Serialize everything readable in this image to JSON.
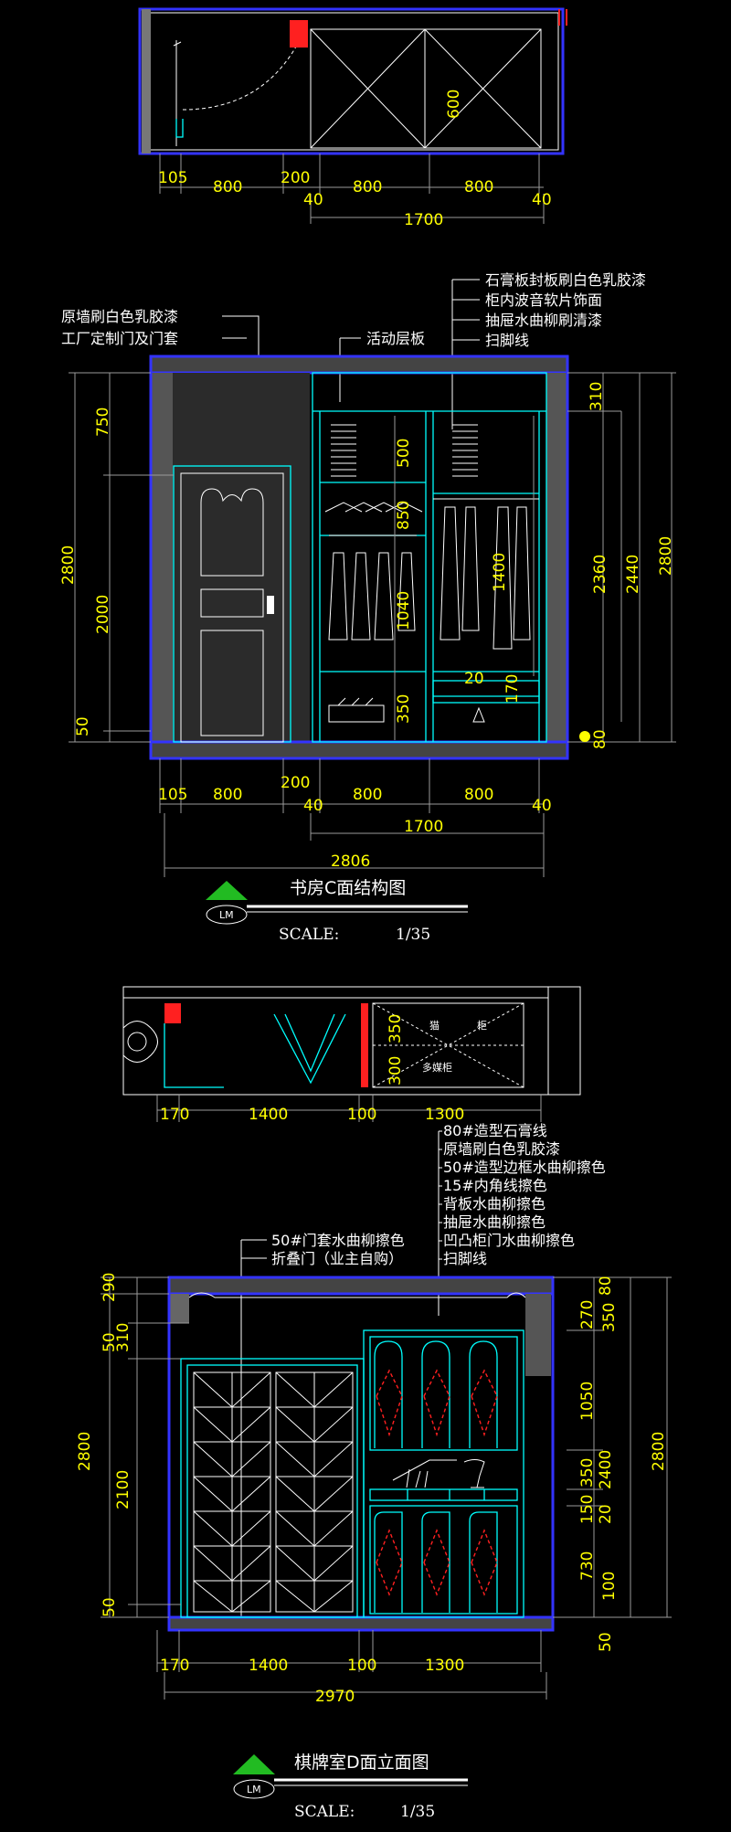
{
  "colors": {
    "background": "#000000",
    "dimension": "#ffff00",
    "outline": "#00ffff",
    "frame": "#3333ff",
    "text": "#ffffff",
    "hatch": "#ff2020"
  },
  "drawing_c": {
    "top_dims": [
      "105",
      "800",
      "200",
      "800",
      "800"
    ],
    "top_small": [
      "40",
      "40"
    ],
    "top_total": "1700",
    "plan_height": "600",
    "callouts_left": [
      "原墙刷白色乳胶漆",
      "工厂定制门及门套"
    ],
    "callouts_mid": "活动层板",
    "callouts_right": [
      "石膏板封板刷白色乳胶漆",
      "柜内波音软片饰面",
      "抽屉水曲柳刷清漆",
      "扫脚线"
    ],
    "left_dims": [
      "750",
      "2800",
      "2000",
      "50"
    ],
    "inner_dims": [
      "500",
      "850",
      "1040",
      "350",
      "1400",
      "20",
      "170"
    ],
    "right_dims": [
      "310",
      "2360",
      "2440",
      "2800",
      "80"
    ],
    "bottom_dims": [
      "105",
      "800",
      "200",
      "800",
      "800"
    ],
    "bottom_small": [
      "40",
      "40"
    ],
    "bottom_total": "1700",
    "overall": "2806",
    "title": "书房C面结构图",
    "scale_label": "SCALE:",
    "scale_value": "1/35",
    "logo": "LM"
  },
  "drawing_d": {
    "top_dims": [
      "170",
      "1400",
      "100",
      "1300"
    ],
    "plan_dims": [
      "350",
      "300"
    ],
    "plan_texts": [
      "猫",
      "柜",
      "多媒柜"
    ],
    "callouts_right": [
      "80#造型石膏线",
      "原墙刷白色乳胶漆",
      "50#造型边框水曲柳擦色",
      "15#内角线擦色",
      "背板水曲柳擦色",
      "抽屉水曲柳擦色",
      "凹凸柜门水曲柳擦色",
      "扫脚线"
    ],
    "callouts_left": [
      "50#门套水曲柳擦色",
      "折叠门（业主自购）"
    ],
    "left_dims": [
      "290",
      "50",
      "310",
      "2800",
      "2100",
      "50"
    ],
    "right_dims": [
      "80",
      "270",
      "350",
      "1050",
      "2400",
      "2800",
      "350",
      "150",
      "20",
      "730",
      "100",
      "50"
    ],
    "bottom_dims": [
      "170",
      "1400",
      "100",
      "1300"
    ],
    "overall": "2970",
    "title": "棋牌室D面立面图",
    "scale_label": "SCALE:",
    "scale_value": "1/35",
    "logo": "LM"
  }
}
